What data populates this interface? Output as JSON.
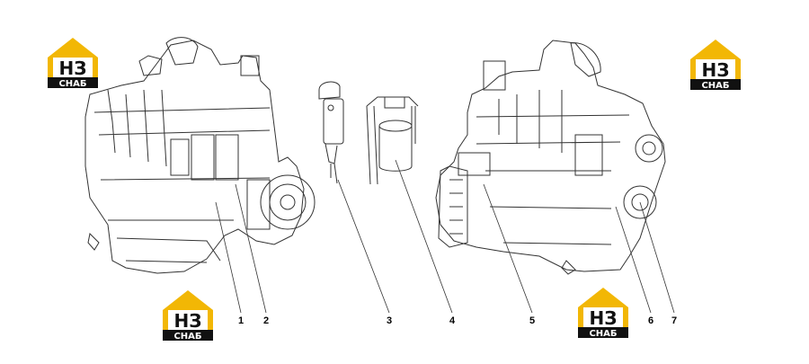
{
  "logos": [
    {
      "h3": "НЗ",
      "label": "СНАБ"
    },
    {
      "h3": "НЗ",
      "label": "СНАБ"
    },
    {
      "h3": "НЗ",
      "label": "СНАБ"
    },
    {
      "h3": "НЗ",
      "label": "СНАБ"
    }
  ],
  "callouts": [
    "1",
    "2",
    "3",
    "4",
    "5",
    "6",
    "7"
  ],
  "colors": {
    "logo_yellow": "#f2b705",
    "logo_black": "#111111",
    "line": "#333333"
  }
}
